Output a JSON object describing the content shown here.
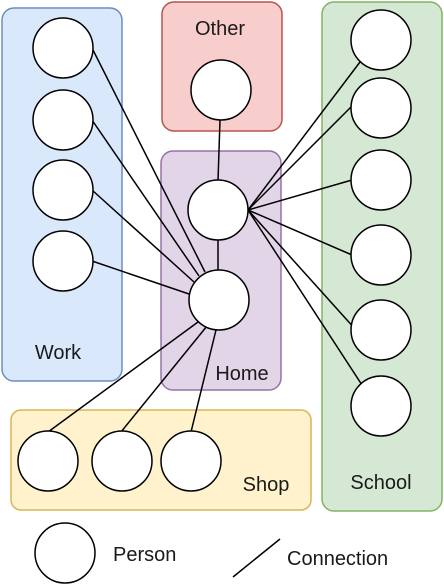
{
  "groups": {
    "work": {
      "label": "Work",
      "fill": "#dae8fc",
      "stroke": "#6c8ebf"
    },
    "other": {
      "label": "Other",
      "fill": "#f8cecc",
      "stroke": "#b85450"
    },
    "school": {
      "label": "School",
      "fill": "#d5e8d4",
      "stroke": "#82b366"
    },
    "home": {
      "label": "Home",
      "fill": "#e1d5e7",
      "stroke": "#9673a6"
    },
    "shop": {
      "label": "Shop",
      "fill": "#fff2cc",
      "stroke": "#d6b656"
    }
  },
  "legend": {
    "person_label": "Person",
    "connection_label": "Connection"
  }
}
